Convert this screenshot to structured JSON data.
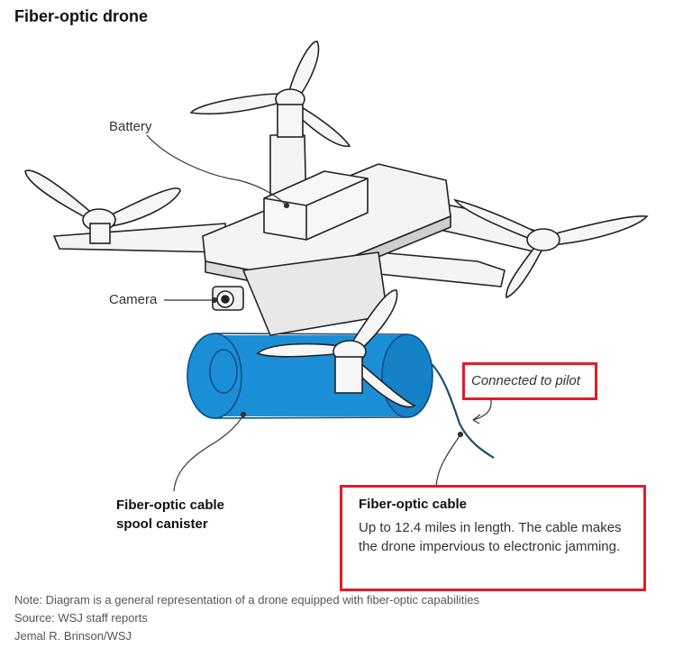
{
  "title": "Fiber-optic drone",
  "labels": {
    "battery": "Battery",
    "camera": "Camera",
    "spool_line1": "Fiber-optic cable",
    "spool_line2": "spool canister",
    "connected": "Connected to pilot"
  },
  "cable_box": {
    "heading": "Fiber-optic cable",
    "body": "Up to 12.4 miles in length. The cable makes the drone impervious to electronic jamming."
  },
  "footer": {
    "note": "Note: Diagram is a general representation of a drone equipped with fiber-optic capabilities",
    "source": "Source: WSJ staff reports",
    "credit": "Jemal R. Brinson/WSJ"
  },
  "colors": {
    "canister": "#1a8fd8",
    "highlight": "#e01e2b",
    "cable": "#1f4f6a"
  }
}
